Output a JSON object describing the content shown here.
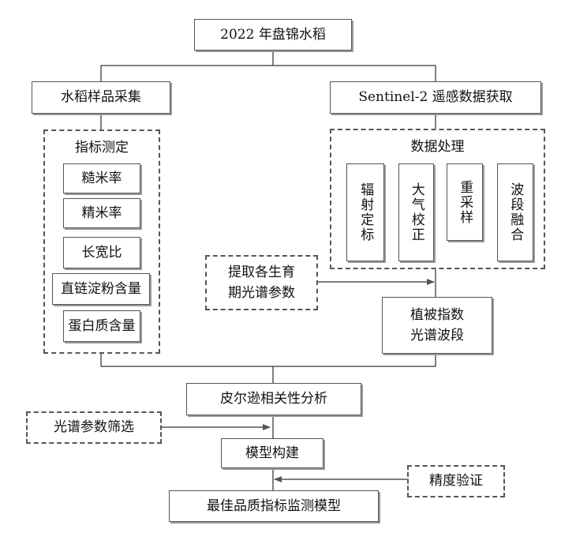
{
  "diagram": {
    "title": "2022 年盘锦水稻",
    "left_branch": "水稻样品采集",
    "right_branch": "Sentinel-2 遥感数据获取",
    "indicator_group": {
      "title": "指标测定",
      "items": [
        "糙米率",
        "精米率",
        "长宽比",
        "直链淀粉含量",
        "蛋白质含量"
      ]
    },
    "processing_group": {
      "title": "数据处理",
      "steps": [
        "辐射定标",
        "大气校正",
        "重采样",
        "波段融合"
      ]
    },
    "extract_spectra": "提取各生育\n期光谱参数",
    "vegetation_bands": "植被指数\n光谱波段",
    "pearson": "皮尔逊相关性分析",
    "spectral_screening": "光谱参数筛选",
    "model_build": "模型构建",
    "accuracy_check": "精度验证",
    "final_model": "最佳品质指标监测模型"
  },
  "colors": {
    "line": "#555555",
    "shadow": "#9a9a9a",
    "text": "#111111"
  }
}
